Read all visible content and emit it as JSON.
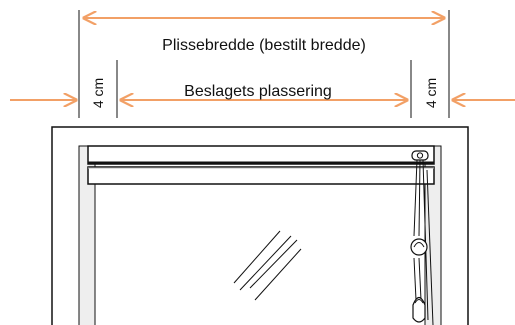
{
  "labels": {
    "total_width": "Plissebredde (bestilt bredde)",
    "bracket_placement": "Beslagets plassering",
    "margin_left": "4 cm",
    "margin_right": "4 cm"
  },
  "colors": {
    "arrow": "#f2a066",
    "line": "#111111",
    "wall": "#eeeeee"
  }
}
